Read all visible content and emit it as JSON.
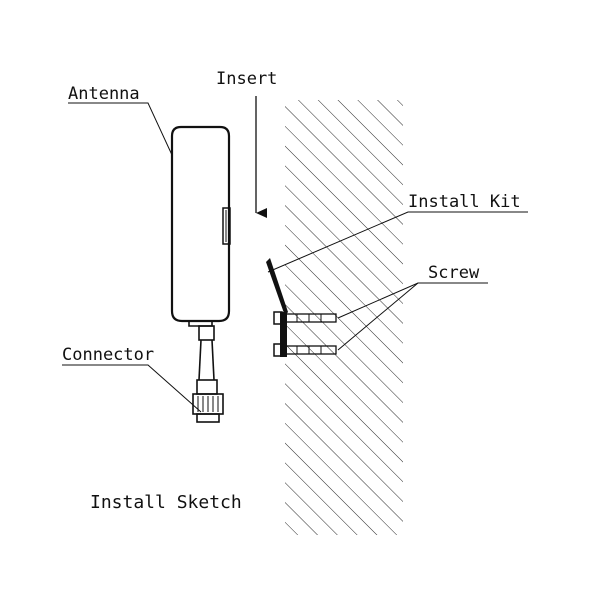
{
  "labels": {
    "antenna": "Antenna",
    "insert": "Insert",
    "install_kit": "Install Kit",
    "screw": "Screw",
    "connector": "Connector"
  },
  "caption": "Install Sketch",
  "colors": {
    "ink": "#111111",
    "background": "#ffffff"
  }
}
